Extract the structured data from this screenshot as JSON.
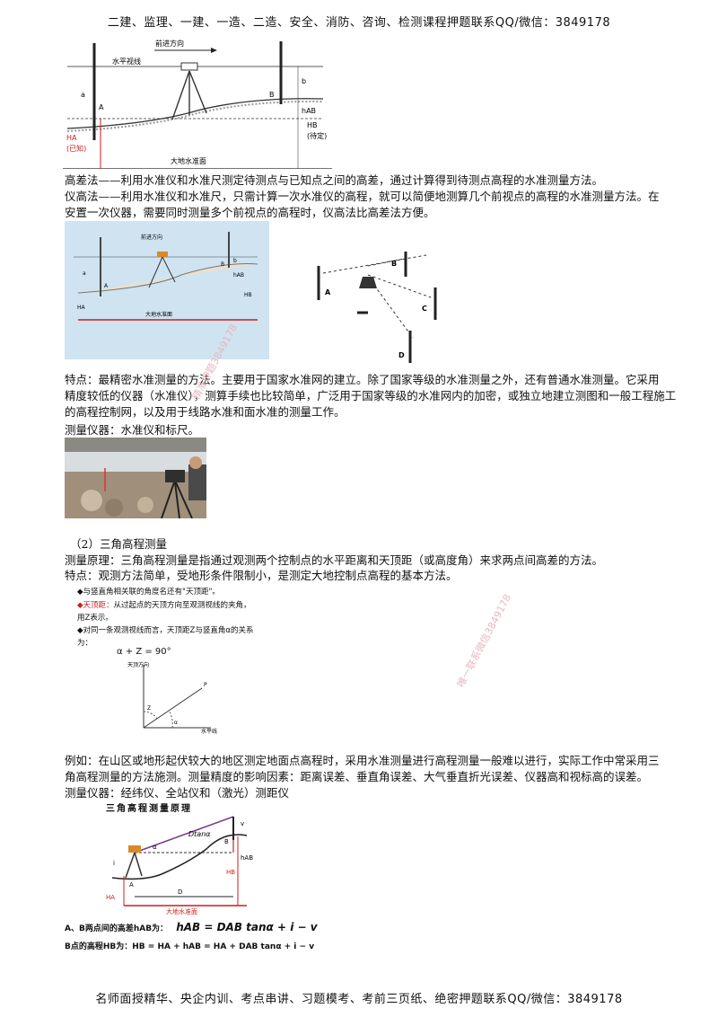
{
  "header": "二建、监理、一建、一造、二造、安全、消防、咨询、检测课程押题联系QQ/微信：3849178",
  "footer": "名师面授精华、央企内训、考点串讲、习题模考、考前三页纸、绝密押题联系QQ/微信：3849178",
  "fig1": {
    "direction": "前进方向",
    "horizon": "水平视线",
    "a": "a",
    "b": "b",
    "A": "A",
    "B": "B",
    "hab": "hAB",
    "ha": "HA",
    "ha_note": "(已知)",
    "hb": "HB",
    "hb_note": "(待定)",
    "datum": "大地水准面"
  },
  "paragraphs": {
    "p1": "高差法——利用水准仪和水准尺测定待测点与已知点之间的高差，通过计算得到待测点高程的水准测量方法。",
    "p2a": "仪高法——利用水准仪和水准尺，只需计算一次水准仪的高程，就可以简便地测算几个前视点的高程的水准测量方法。在",
    "p2b": "安置一次仪器，需要同时测量多个前视点的高程时，仪高法比高差法方便。",
    "p3a": "特点：最精密水准测量的方法。主要用于国家水准网的建立。除了国家等级的水准测量之外，还有普通水准测量。它采用",
    "p3b": "精度较低的仪器（水准仪），测算手续也比较简单，广泛用于国家等级的水准网内的加密，或独立地建立测图和一般工程施工",
    "p3c": "的高程控制网，以及用于线路水准和面水准的测量工作。",
    "p4": "测量仪器：水准仪和标尺。",
    "p5": "（2）三角高程测量",
    "p6": "测量原理：三角高程测量是指通过观测两个控制点的水平距离和天顶距（或高度角）来求两点间高差的方法。",
    "p7": "特点：观测方法简单，受地形条件限制小，是测定大地控制点高程的基本方法。",
    "p8a": "例如：在山区或地形起伏较大的地区测定地面点高程时，采用水准测量进行高程测量一般难以进行，实际工作中常采用三",
    "p8b": "角高程测量的方法施测。测量精度的影响因素：距离误差、垂直角误差、大气垂直折光误差、仪器高和视标高的误差。",
    "p9": "测量仪器：经纬仪、全站仪和（激光）测距仪"
  },
  "fig2": {
    "direction": "前进方向",
    "a": "a",
    "b": "b",
    "A": "A",
    "B": "B",
    "hab": "hAB",
    "hb": "HB",
    "ha": "HA",
    "datum": "大地水准面"
  },
  "fig3": {
    "a": "A",
    "b": "B",
    "c": "C",
    "d": "D"
  },
  "bullets": {
    "b1": "◆与竖直角相关联的角度名还有\"天顶距\"。",
    "b2_label": "◆天顶距：",
    "b2": "从过起点的天顶方向至观测视线的夹角，",
    "b2c": "用Z表示。",
    "b3": "◆对同一条观测视线而言，天顶距Z与竖直角α的关系",
    "b3c": "为：",
    "formula": "α + Z = 90°"
  },
  "fig4": {
    "zenith": "天顶方向",
    "z": "Z",
    "alpha": "α",
    "horizontal": "水平线",
    "p": "P"
  },
  "fig5": {
    "title": "三角高程测量原理",
    "dtan": "Dtanα",
    "alpha": "α",
    "v": "v",
    "i": "i",
    "hab": "hAB",
    "hb": "HB",
    "ha": "HA",
    "A": "A",
    "B": "B",
    "D": "D",
    "datum": "大地水准面"
  },
  "formulas": {
    "f1": "A、B两点间的高差hAB为：",
    "f1eq": "hAB = DAB tanα + i − v",
    "f2": "B点的高程HB为：HB = HA + hAB = HA + DAB tanα + i − v"
  },
  "watermarks": {
    "w1": "精准押题3849178",
    "w2": "唯一联系微信3849178"
  },
  "colors": {
    "red": "#cc1e1e",
    "photo_bg": "#cfe3f1",
    "purple": "#7a3b8c"
  }
}
